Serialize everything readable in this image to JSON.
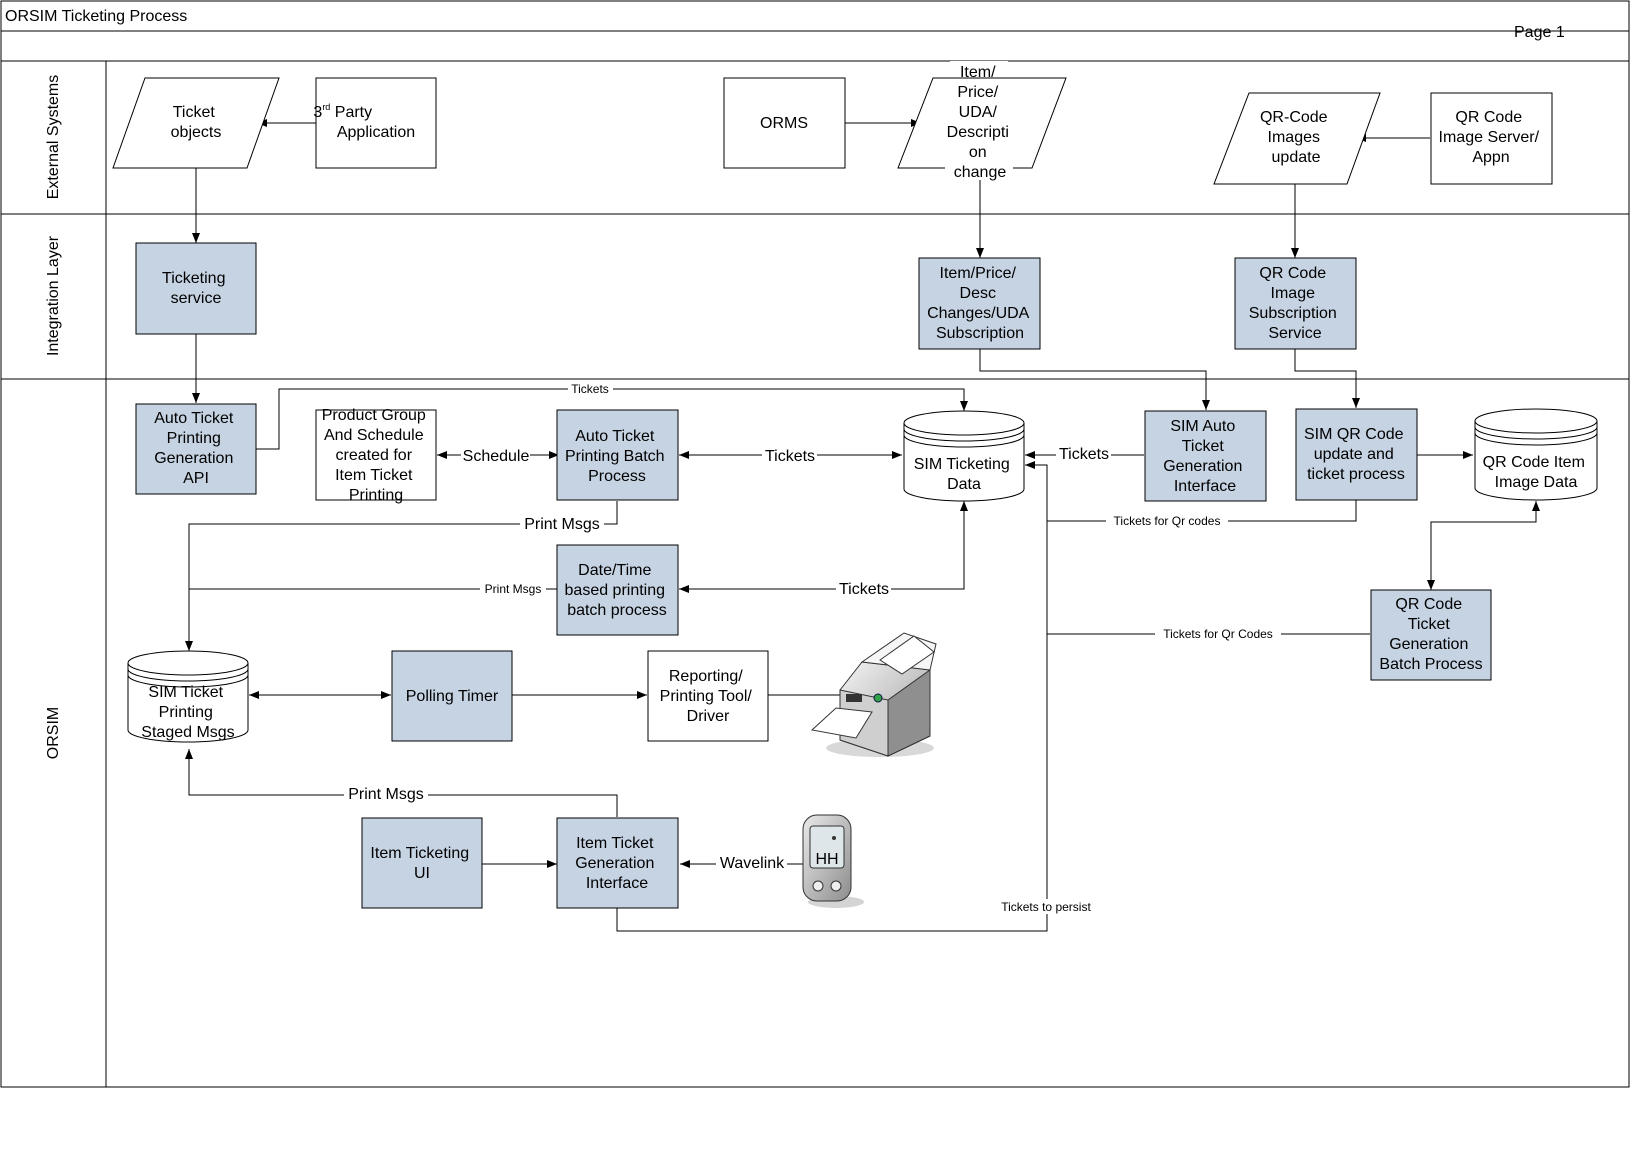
{
  "title": "ORSIM Ticketing Process",
  "page_label": "Page 1",
  "lanes": {
    "external": "External Systems",
    "integration": "Integration Layer",
    "orsim": "ORSIM"
  },
  "colors": {
    "process_fill": "#c6d3e3",
    "plain_fill": "#ffffff",
    "line": "#000000",
    "lane_border": "#000000"
  },
  "nodes": {
    "ticket_objects": [
      "Ticket",
      "objects"
    ],
    "third_party_app": [
      "3rd Party",
      "Application"
    ],
    "orms": [
      "ORMS"
    ],
    "item_price_change": [
      "Item/",
      "Price/",
      "UDA/",
      "Descripti",
      "on",
      "change"
    ],
    "qr_images_update": [
      "QR-Code",
      "Images",
      "update"
    ],
    "qr_image_server": [
      "QR Code",
      "Image Server/",
      "Appn"
    ],
    "ticketing_service": [
      "Ticketing",
      "service"
    ],
    "item_price_subscription": [
      "Item/Price/",
      "Desc",
      "Changes/UDA",
      "Subscription"
    ],
    "qr_subscription_service": [
      "QR Code",
      "Image",
      "Subscription",
      "Service"
    ],
    "auto_ticket_api": [
      "Auto Ticket",
      "Printing",
      "Generation",
      "API"
    ],
    "product_group": [
      "Product Group",
      "And Schedule",
      "created for",
      "Item Ticket",
      "Printing"
    ],
    "auto_batch_process": [
      "Auto Ticket",
      "Printing Batch",
      "Process"
    ],
    "sim_ticketing_data": [
      "SIM Ticketing",
      "Data"
    ],
    "sim_auto_interface": [
      "SIM Auto",
      "Ticket",
      "Generation",
      "Interface"
    ],
    "sim_qr_update": [
      "SIM QR Code",
      "update and",
      "ticket process"
    ],
    "qr_item_image_data": [
      "QR Code Item",
      "Image Data"
    ],
    "datetime_batch": [
      "Date/Time",
      "based printing",
      "batch process"
    ],
    "qr_ticket_batch": [
      "QR Code",
      "Ticket",
      "Generation",
      "Batch Process"
    ],
    "staged_msgs": [
      "SIM Ticket",
      "Printing",
      "Staged Msgs"
    ],
    "polling_timer": [
      "Polling Timer"
    ],
    "reporting_tool": [
      "Reporting/",
      "Printing Tool/",
      "Driver"
    ],
    "item_ticketing_ui": [
      "Item Ticketing",
      "UI"
    ],
    "item_ticket_interface": [
      "Item Ticket",
      "Generation",
      "Interface"
    ],
    "handheld": [
      "HH"
    ]
  },
  "edge_labels": {
    "tickets_top": "Tickets",
    "schedule": "Schedule",
    "tickets_batch": "Tickets",
    "tickets_sim_auto": "Tickets",
    "tickets_for_qr_codes": "Tickets for Qr codes",
    "print_msgs_batch": "Print Msgs",
    "print_msgs_datetime": "Print Msgs",
    "tickets_datetime": "Tickets",
    "tickets_for_qr_codes_batch": "Tickets for Qr Codes",
    "print_msgs_interface": "Print Msgs",
    "wavelink": "Wavelink",
    "tickets_to_persist": "Tickets to persist"
  },
  "icons": {
    "printer": "printer-icon",
    "handheld": "handheld-device-icon"
  }
}
